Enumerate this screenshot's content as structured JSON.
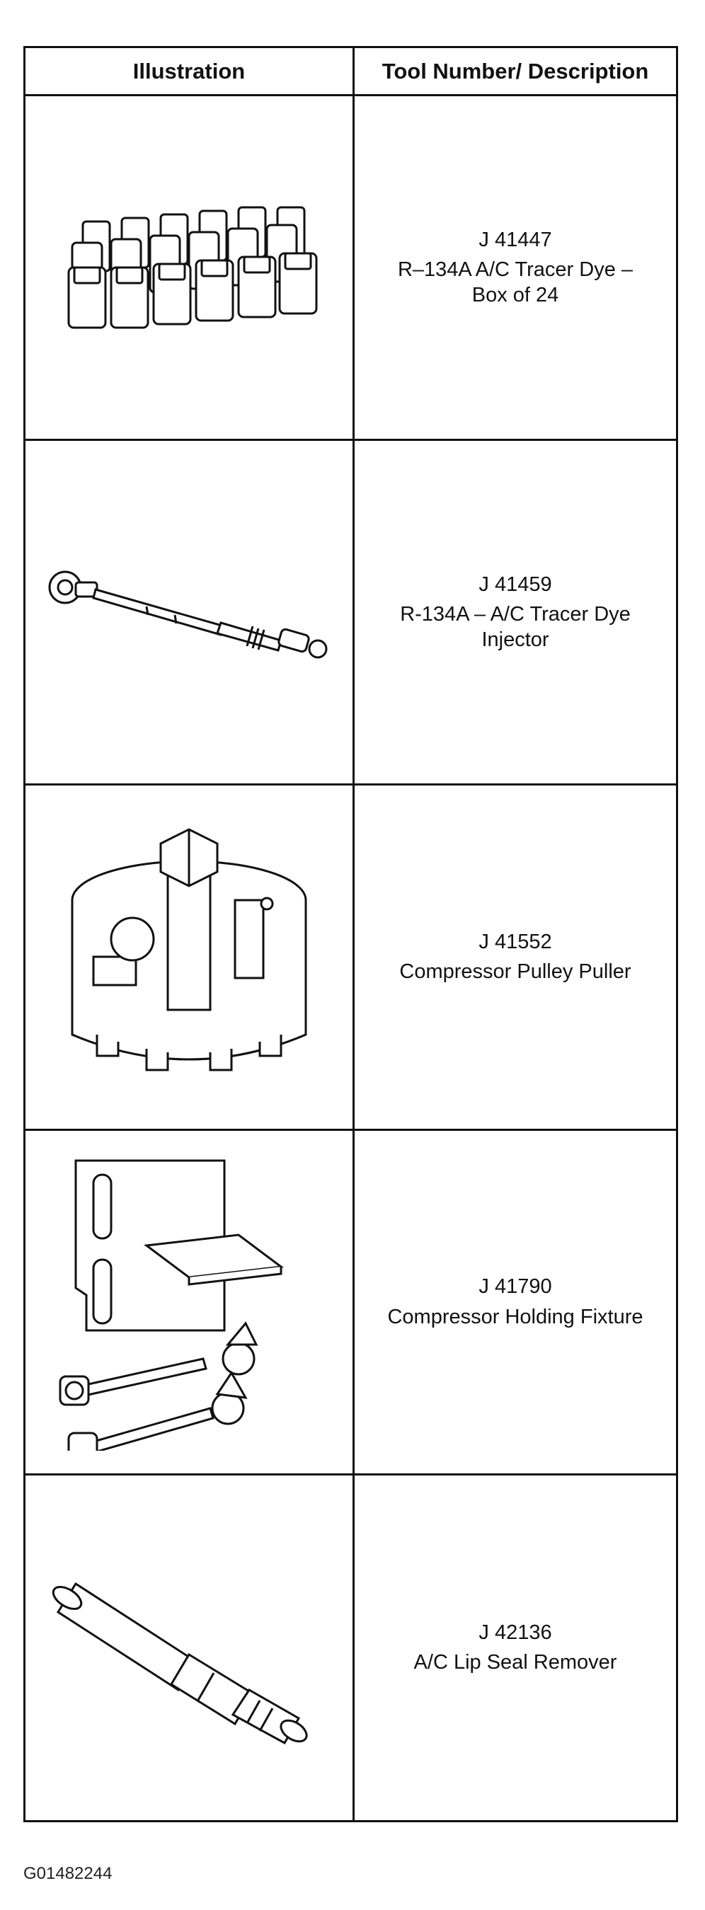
{
  "table": {
    "headers": {
      "illustration": "Illustration",
      "description": "Tool Number/ Description"
    },
    "rows": [
      {
        "tool_number": "J 41447",
        "description": "R–134A A/C Tracer Dye – Box of 24",
        "icon": "tracer-dye-bottles-icon"
      },
      {
        "tool_number": "J 41459",
        "description": "R-134A – A/C Tracer Dye Injector",
        "icon": "dye-injector-icon"
      },
      {
        "tool_number": "J 41552",
        "description": "Compressor Pulley Puller",
        "icon": "pulley-puller-icon"
      },
      {
        "tool_number": "J 41790",
        "description": "Compressor Holding Fixture",
        "icon": "holding-fixture-icon"
      },
      {
        "tool_number": "J 42136",
        "description": "A/C Lip Seal Remover",
        "icon": "lip-seal-remover-icon"
      }
    ]
  },
  "figure_id": "G01482244"
}
